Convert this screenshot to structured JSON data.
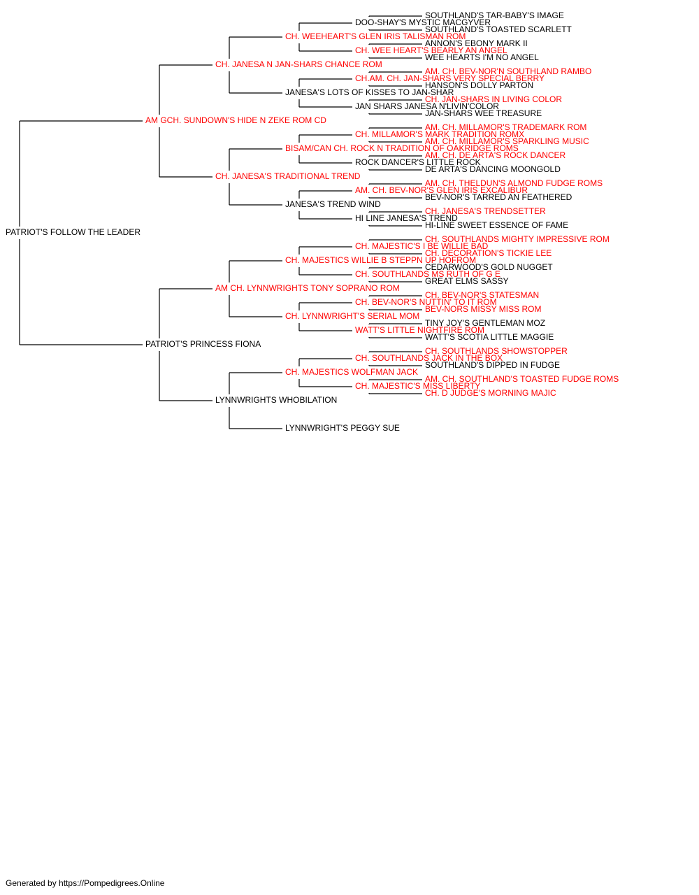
{
  "colors": {
    "champion": "#ff0000",
    "normal": "#000000",
    "line": "#000000"
  },
  "pedigree": {
    "name": "PATRIOT'S FOLLOW THE LEADER",
    "champion": false,
    "sire": {
      "name": "AM GCH. SUNDOWN'S HIDE N ZEKE ROM CD",
      "champion": true,
      "sire": {
        "name": "CH. JANESA N JAN-SHARS CHANCE ROM",
        "champion": true,
        "sire": {
          "name": "CH. WEEHEART'S GLEN IRIS TALISMAN ROM",
          "champion": true,
          "sire": {
            "name": "DOO-SHAY'S MYSTIC MACGYVER",
            "champion": false,
            "sire": {
              "name": "SOUTHLAND'S TAR-BABY'S IMAGE",
              "champion": false
            },
            "dam": {
              "name": "SOUTHLAND'S TOASTED SCARLETT",
              "champion": false
            }
          },
          "dam": {
            "name": "CH. WEE HEART'S BEARLY AN ANGEL",
            "champion": true,
            "sire": {
              "name": "ANNON'S EBONY MARK II",
              "champion": false
            },
            "dam": {
              "name": "WEE HEARTS I'M NO ANGEL",
              "champion": false
            }
          }
        },
        "dam": {
          "name": "JANESA'S LOTS OF KISSES TO JAN-SHAR",
          "champion": false,
          "sire": {
            "name": "CH.AM. CH. JAN-SHARS VERY SPECIAL BERRY",
            "champion": true,
            "sire": {
              "name": "AM. CH. BEV-NOR'N SOUTHLAND RAMBO",
              "champion": true
            },
            "dam": {
              "name": "HANSON'S DOLLY PARTON",
              "champion": false
            }
          },
          "dam": {
            "name": "JAN SHARS JANESA N'LIVIN'COLOR",
            "champion": false,
            "sire": {
              "name": "CH. JAN-SHARS IN LIVING COLOR",
              "champion": true
            },
            "dam": {
              "name": "JAN-SHARS WEE TREASURE",
              "champion": false
            }
          }
        }
      },
      "dam": {
        "name": "CH. JANESA'S TRADITIONAL TREND",
        "champion": true,
        "sire": {
          "name": "BISAM/CAN CH. ROCK N TRADITION OF OAKRIDGE ROMS",
          "champion": true,
          "sire": {
            "name": "CH. MILLAMOR'S MARK TRADITION ROMX",
            "champion": true,
            "sire": {
              "name": "AM. CH. MILLAMOR'S TRADEMARK ROM",
              "champion": true
            },
            "dam": {
              "name": "AM. CH. MILLAMOR'S SPARKLING MUSIC",
              "champion": true
            }
          },
          "dam": {
            "name": "ROCK DANCER'S LITTLE ROCK",
            "champion": false,
            "sire": {
              "name": "AM. CH. DE ARTA'S ROCK DANCER",
              "champion": true
            },
            "dam": {
              "name": "DE ARTA'S DANCING MOONGOLD",
              "champion": false
            }
          }
        },
        "dam": {
          "name": "JANESA'S TREND WIND",
          "champion": false,
          "sire": {
            "name": "AM. CH. BEV-NOR'S GLEN IRIS EXCALIBUR",
            "champion": true,
            "sire": {
              "name": "AM. CH. THELDUN'S ALMOND FUDGE ROMS",
              "champion": true
            },
            "dam": {
              "name": "BEV-NOR'S TARRED AN FEATHERED",
              "champion": false
            }
          },
          "dam": {
            "name": "HI LINE JANESA'S TREND",
            "champion": false,
            "sire": {
              "name": "CH. JANESA'S TRENDSETTER",
              "champion": true
            },
            "dam": {
              "name": "HI-LINE SWEET ESSENCE OF FAME",
              "champion": false
            }
          }
        }
      }
    },
    "dam": {
      "name": "PATRIOT'S PRINCESS FIONA",
      "champion": false,
      "sire": {
        "name": "AM CH. LYNNWRIGHTS TONY SOPRANO ROM",
        "champion": true,
        "sire": {
          "name": "CH. MAJESTICS WILLIE B STEPPN UP HOFROM",
          "champion": true,
          "sire": {
            "name": "CH. MAJESTIC'S I BE WILLIE BAD",
            "champion": true,
            "sire": {
              "name": "CH. SOUTHLANDS MIGHTY IMPRESSIVE ROM",
              "champion": true
            },
            "dam": {
              "name": "CH. DECORATION'S TICKIE LEE",
              "champion": true
            }
          },
          "dam": {
            "name": "CH. SOUTHLANDS MS RUTH OF G E",
            "champion": true,
            "sire": {
              "name": "CEDARWOOD'S GOLD NUGGET",
              "champion": false
            },
            "dam": {
              "name": "GREAT ELMS SASSY",
              "champion": false
            }
          }
        },
        "dam": {
          "name": "CH. LYNNWRIGHT'S SERIAL MOM",
          "champion": true,
          "sire": {
            "name": "CH. BEV-NOR'S NUTTIN' TO IT ROM",
            "champion": true,
            "sire": {
              "name": "CH. BEV-NOR'S STATESMAN",
              "champion": true
            },
            "dam": {
              "name": "BEV-NORS MISSY MISS ROM",
              "champion": true
            }
          },
          "dam": {
            "name": "WATT'S LITTLE NIGHTFIRE ROM",
            "champion": true,
            "sire": {
              "name": "TINY JOY'S GENTLEMAN MOZ",
              "champion": false
            },
            "dam": {
              "name": "WATT'S SCOTIA LITTLE MAGGIE",
              "champion": false
            }
          }
        }
      },
      "dam": {
        "name": "LYNNWRIGHTS WHOBILATION",
        "champion": false,
        "sire": {
          "name": "CH. MAJESTICS WOLFMAN JACK",
          "champion": true,
          "sire": {
            "name": "CH. SOUTHLANDS JACK IN THE BOX",
            "champion": true,
            "sire": {
              "name": "CH. SOUTHLANDS SHOWSTOPPER",
              "champion": true
            },
            "dam": {
              "name": "SOUTHLAND'S DIPPED IN FUDGE",
              "champion": false
            }
          },
          "dam": {
            "name": "CH. MAJESTIC'S MISS LIBERTY",
            "champion": true,
            "sire": {
              "name": "AM. CH. SOUTHLAND'S TOASTED FUDGE ROMS",
              "champion": true
            },
            "dam": {
              "name": "CH. D JUDGE'S MORNING MAJIC",
              "champion": true
            }
          }
        },
        "dam": {
          "name": "LYNNWRIGHT'S PEGGY SUE",
          "champion": false
        }
      }
    }
  },
  "footer": {
    "text": "Generated by https://Pompedigrees.Online"
  }
}
